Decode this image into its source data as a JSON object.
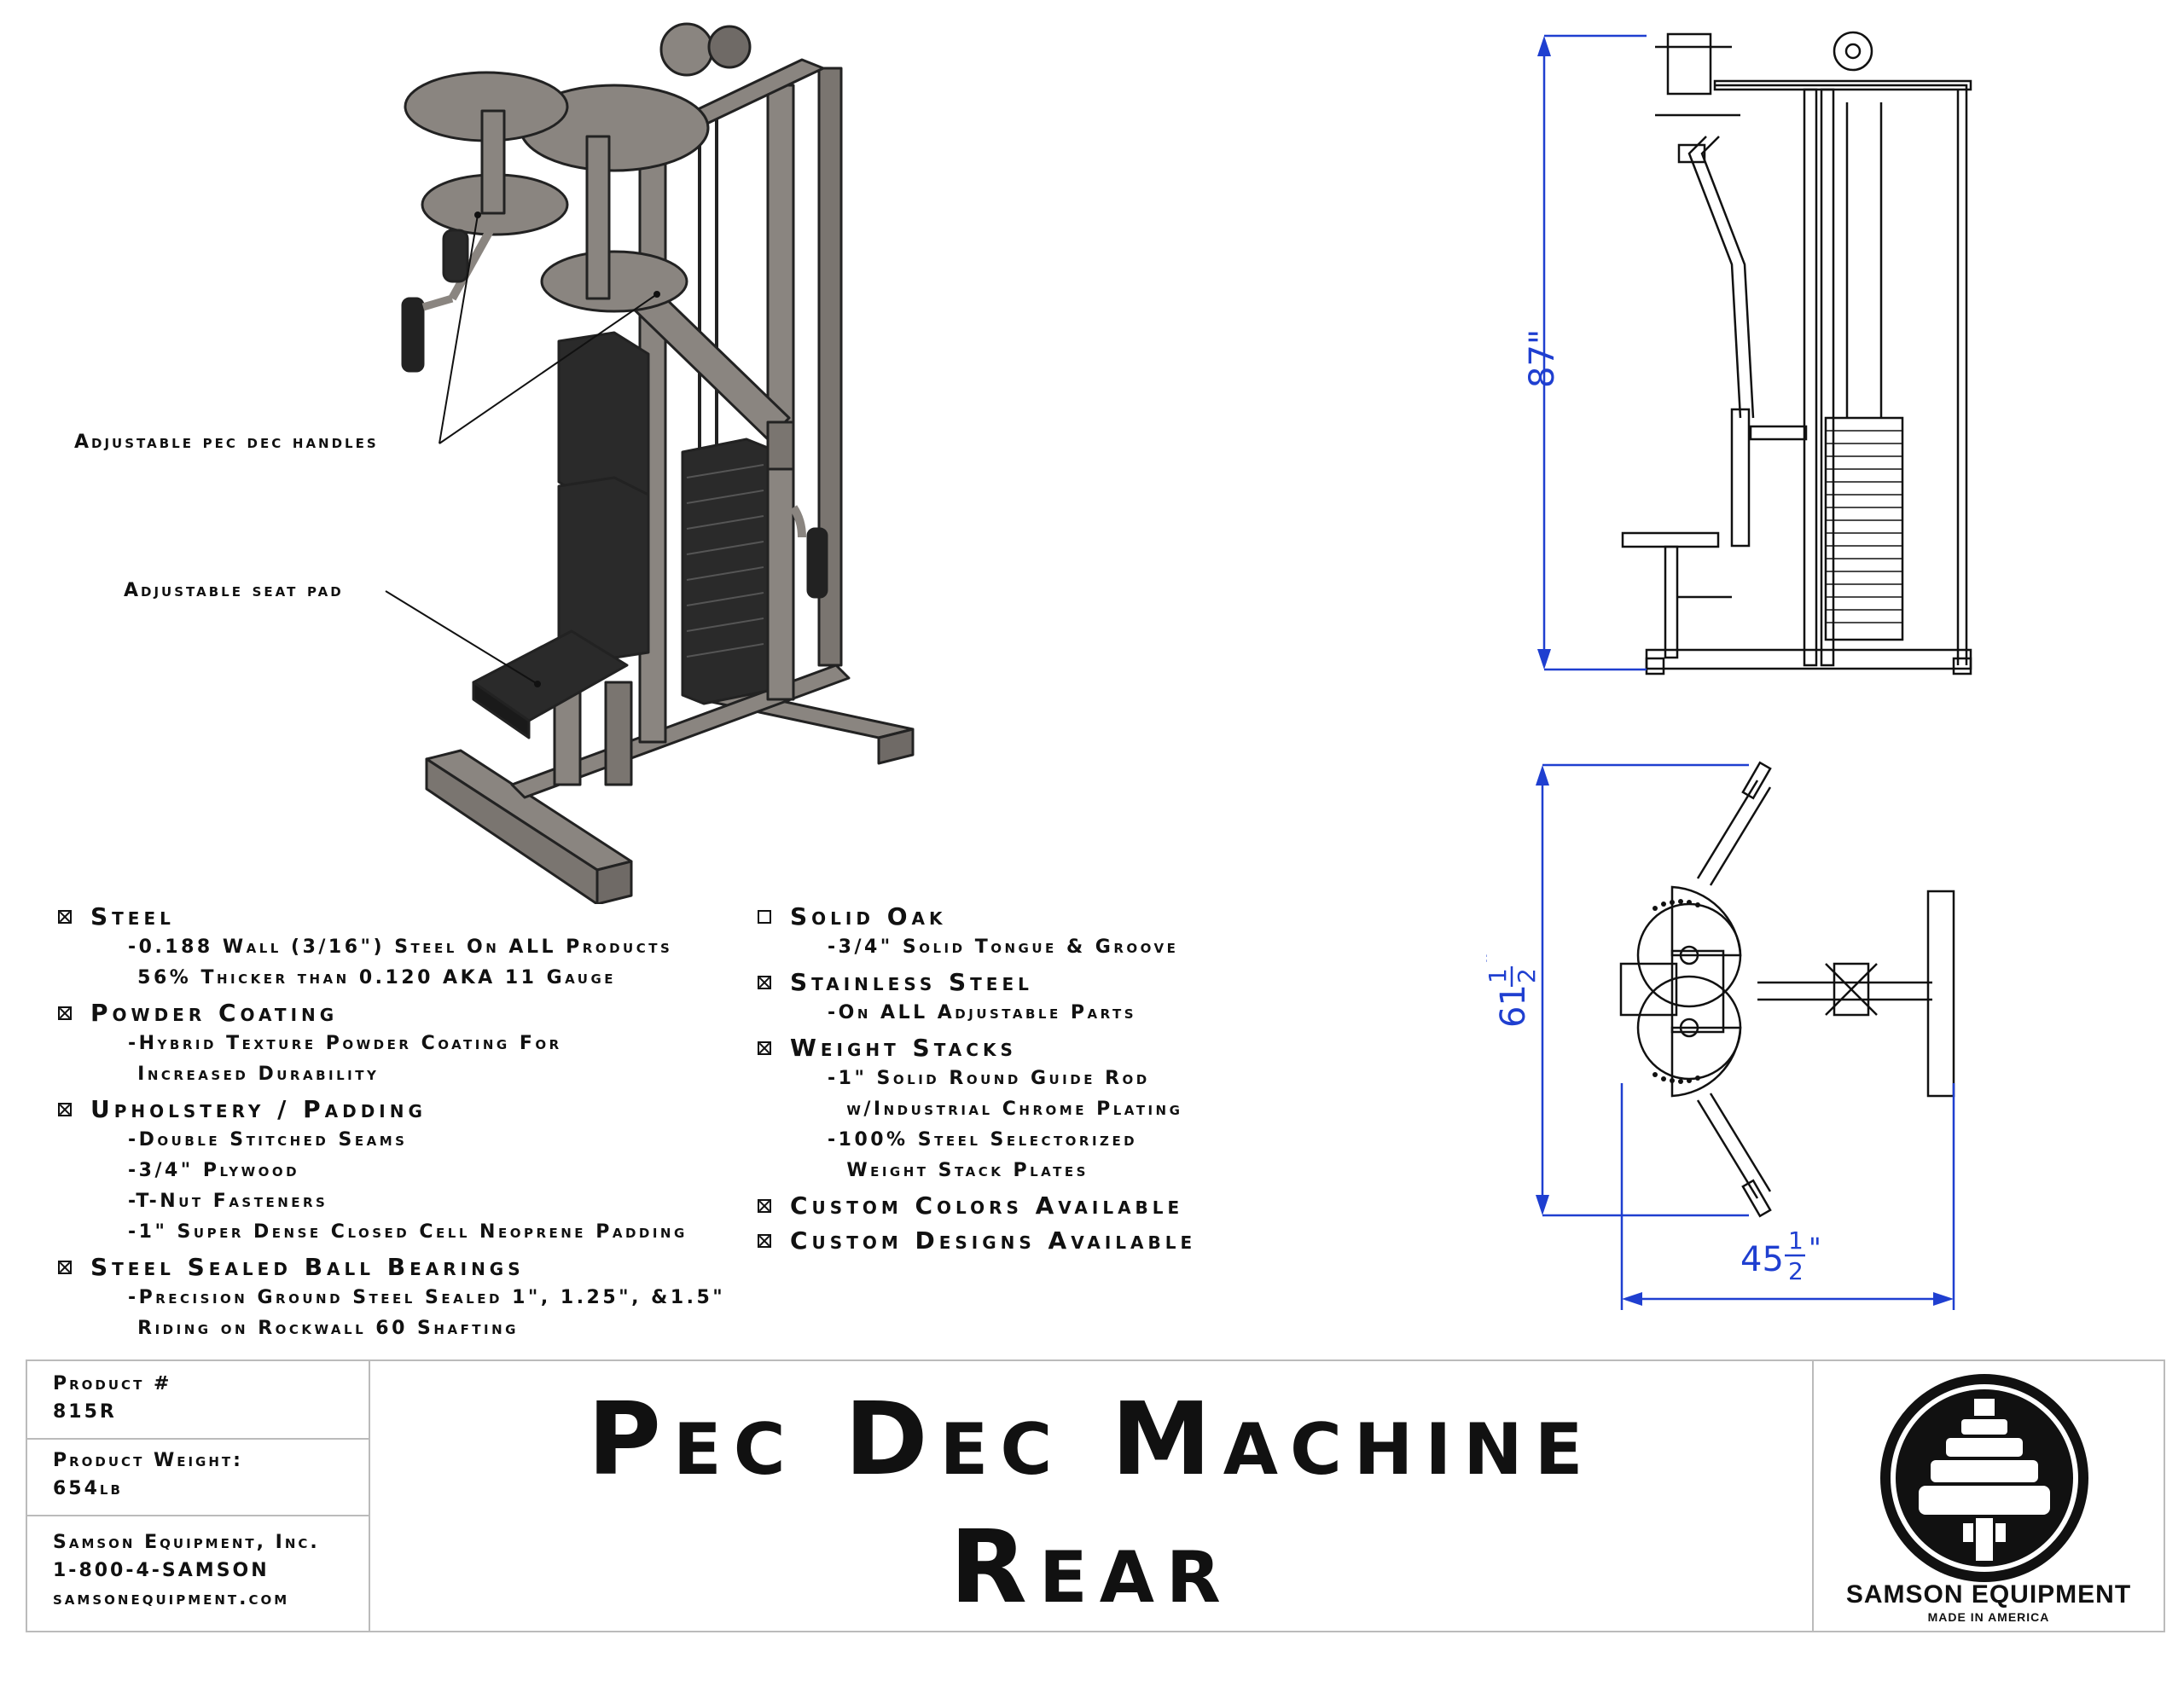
{
  "callouts": {
    "handles": "Adjustable pec dec handles",
    "seat": "Adjustable seat pad"
  },
  "specs_left": [
    {
      "title": "Steel",
      "checked": true,
      "lines": [
        "-0.188 Wall (3/16\") Steel On ALL Products",
        " 56% Thicker than 0.120 AKA 11 Gauge"
      ]
    },
    {
      "title": "Powder Coating",
      "checked": true,
      "lines": [
        "-Hybrid Texture Powder Coating For",
        " Increased Durability"
      ]
    },
    {
      "title": "Upholstery / Padding",
      "checked": true,
      "lines": [
        "-Double Stitched Seams",
        "-3/4\" Plywood",
        "-T-Nut Fasteners",
        "-1\" Super Dense Closed Cell Neoprene Padding"
      ]
    },
    {
      "title": "Steel Sealed Ball Bearings",
      "checked": true,
      "lines": [
        "-Precision Ground Steel Sealed 1\", 1.25\", &1.5\"",
        " Riding on Rockwall 60 Shafting"
      ]
    }
  ],
  "specs_right": [
    {
      "title": "Solid Oak",
      "checked": false,
      "lines": [
        "-3/4\" Solid Tongue & Groove"
      ]
    },
    {
      "title": "Stainless Steel",
      "checked": true,
      "lines": [
        "-On ALL Adjustable Parts"
      ]
    },
    {
      "title": "Weight Stacks",
      "checked": true,
      "lines": [
        "-1\" Solid Round Guide Rod",
        "  w/Industrial Chrome Plating",
        "-100% Steel Selectorized",
        "  Weight Stack Plates"
      ]
    },
    {
      "title": "Custom Colors Available",
      "checked": true,
      "lines": []
    },
    {
      "title": "Custom Designs Available",
      "checked": true,
      "lines": []
    }
  ],
  "dimensions": {
    "height_whole": "87\"",
    "depth_whole": "61",
    "width_whole": "45",
    "frac_num": "1",
    "frac_den": "2",
    "inch_mark": "\""
  },
  "title_block": {
    "product_label": "Product #",
    "product_value": "815R",
    "weight_label": "Product Weight:",
    "weight_value": "654lb",
    "company": "Samson Equipment, Inc.",
    "phone": "1-800-4-SAMSON",
    "website": "samsonequipment.com",
    "title_line1": "Pec Dec Machine",
    "title_line2": "Rear",
    "logo_name": "SAMSON EQUIPMENT",
    "logo_tagline": "MADE IN AMERICA"
  },
  "colors": {
    "dimension_blue": "#1f3fd0",
    "frame_gray": "#8a8580",
    "pad_black": "#2a2a2a",
    "border_gray": "#bbbbbb"
  }
}
